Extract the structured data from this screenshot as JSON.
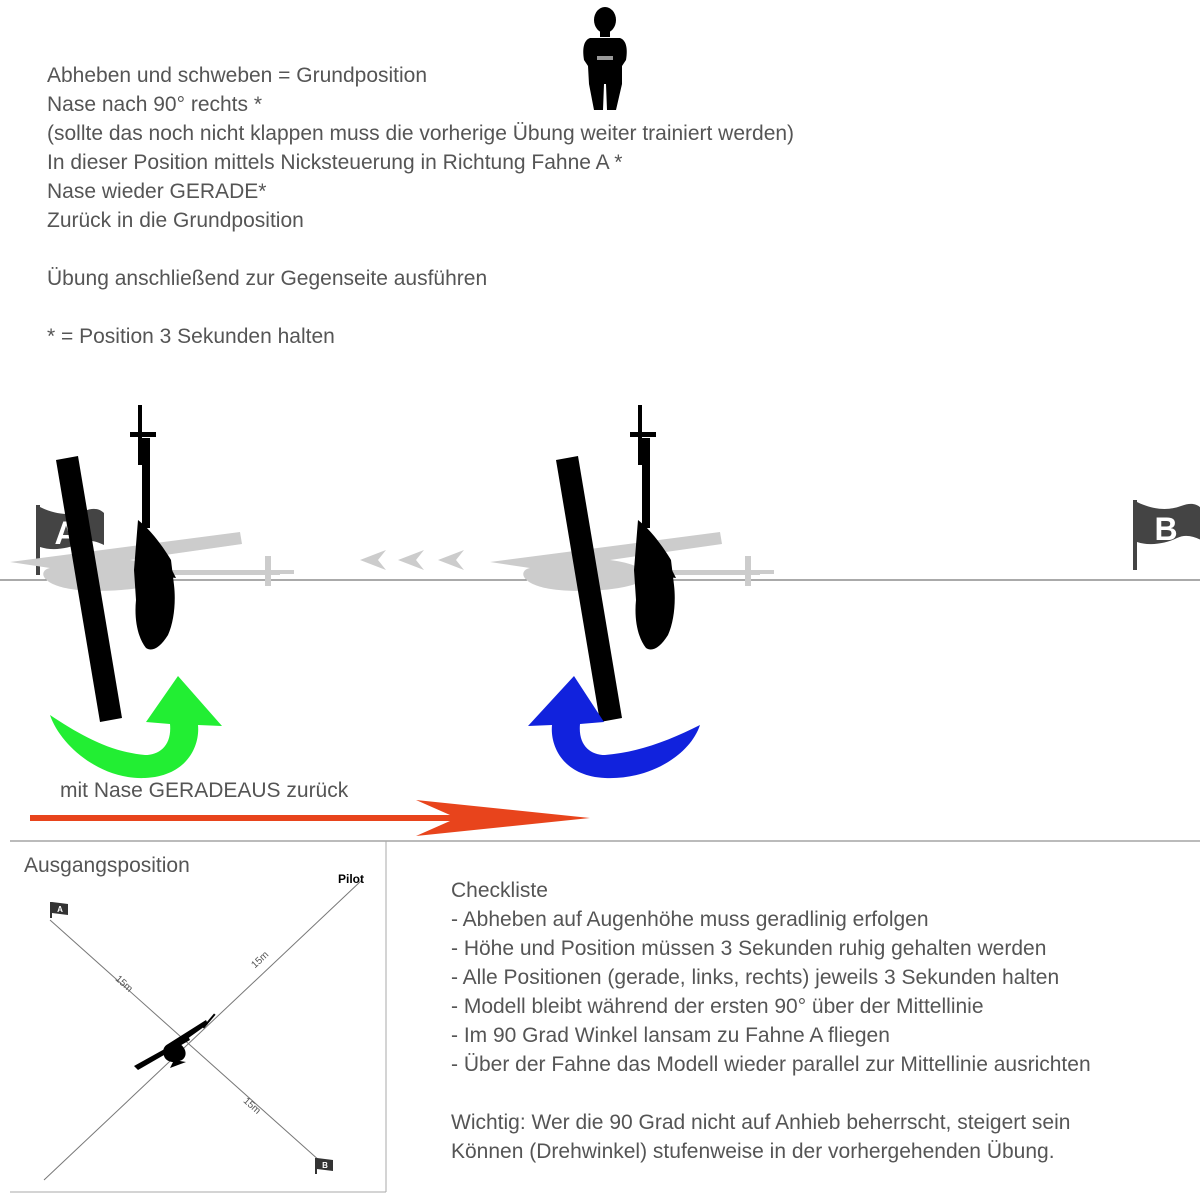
{
  "instructions": [
    "Abheben und schweben = Grundposition",
    "Nase nach 90° rechts *",
    "(sollte das noch nicht klappen muss die vorherige Übung weiter trainiert werden)",
    "In dieser Position mittels Nicksteuerung in Richtung Fahne A *",
    "Nase wieder GERADE*",
    "Zurück in die Grundposition",
    "",
    "Übung anschließend zur Gegenseite ausführen",
    "",
    "* = Position 3 Sekunden halten"
  ],
  "flags": {
    "left": "A",
    "right": "B"
  },
  "return_label": "mit Nase GERADEAUS zurück",
  "colors": {
    "green_arrow": "#22ee33",
    "blue_arrow": "#1122dd",
    "red_arrow": "#e8441c",
    "shadow": "#cccccc",
    "text": "#555555"
  },
  "inset": {
    "title": "Ausgangsposition",
    "pilot_label": "Pilot",
    "flag_a": "A",
    "flag_b": "B",
    "dist_a": "15m",
    "dist_pilot": "15m",
    "dist_b": "15m"
  },
  "checklist": {
    "title": "Checkliste",
    "items": [
      "- Abheben auf Augenhöhe muss geradlinig erfolgen",
      "- Höhe und Position müssen 3 Sekunden ruhig gehalten werden",
      "- Alle Positionen (gerade, links, rechts) jeweils 3 Sekunden halten",
      "- Modell bleibt während der ersten 90° über der Mittellinie",
      "- Im 90 Grad Winkel lansam zu Fahne A fliegen",
      "- Über der Fahne das Modell wieder parallel zur Mittellinie ausrichten"
    ],
    "note_lines": [
      "Wichtig: Wer die 90 Grad nicht auf Anhieb beherrscht, steigert sein",
      "Können (Drehwinkel) stufenweise in der vorhergehenden Übung."
    ]
  }
}
